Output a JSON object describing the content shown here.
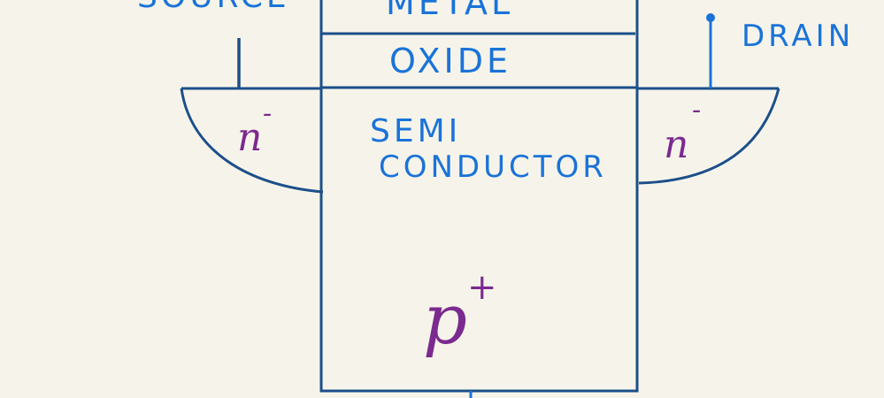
{
  "diagram": {
    "labels": {
      "source": "SOURCE",
      "metal": "METAL",
      "oxide": "OXIDE",
      "drain": "DRAIN",
      "semi_line1": "SEMI",
      "semi_line2": "CONDUCTOR",
      "n_left": "n",
      "n_left_sup": "-",
      "n_right": "n",
      "n_right_sup": "-",
      "p_body": "p",
      "p_body_sup": "+"
    },
    "colors": {
      "outline": "#1c4f8a",
      "label_blue": "#1a73d8",
      "label_purple": "#7b2a8f",
      "background": "#f6f4ea"
    }
  }
}
